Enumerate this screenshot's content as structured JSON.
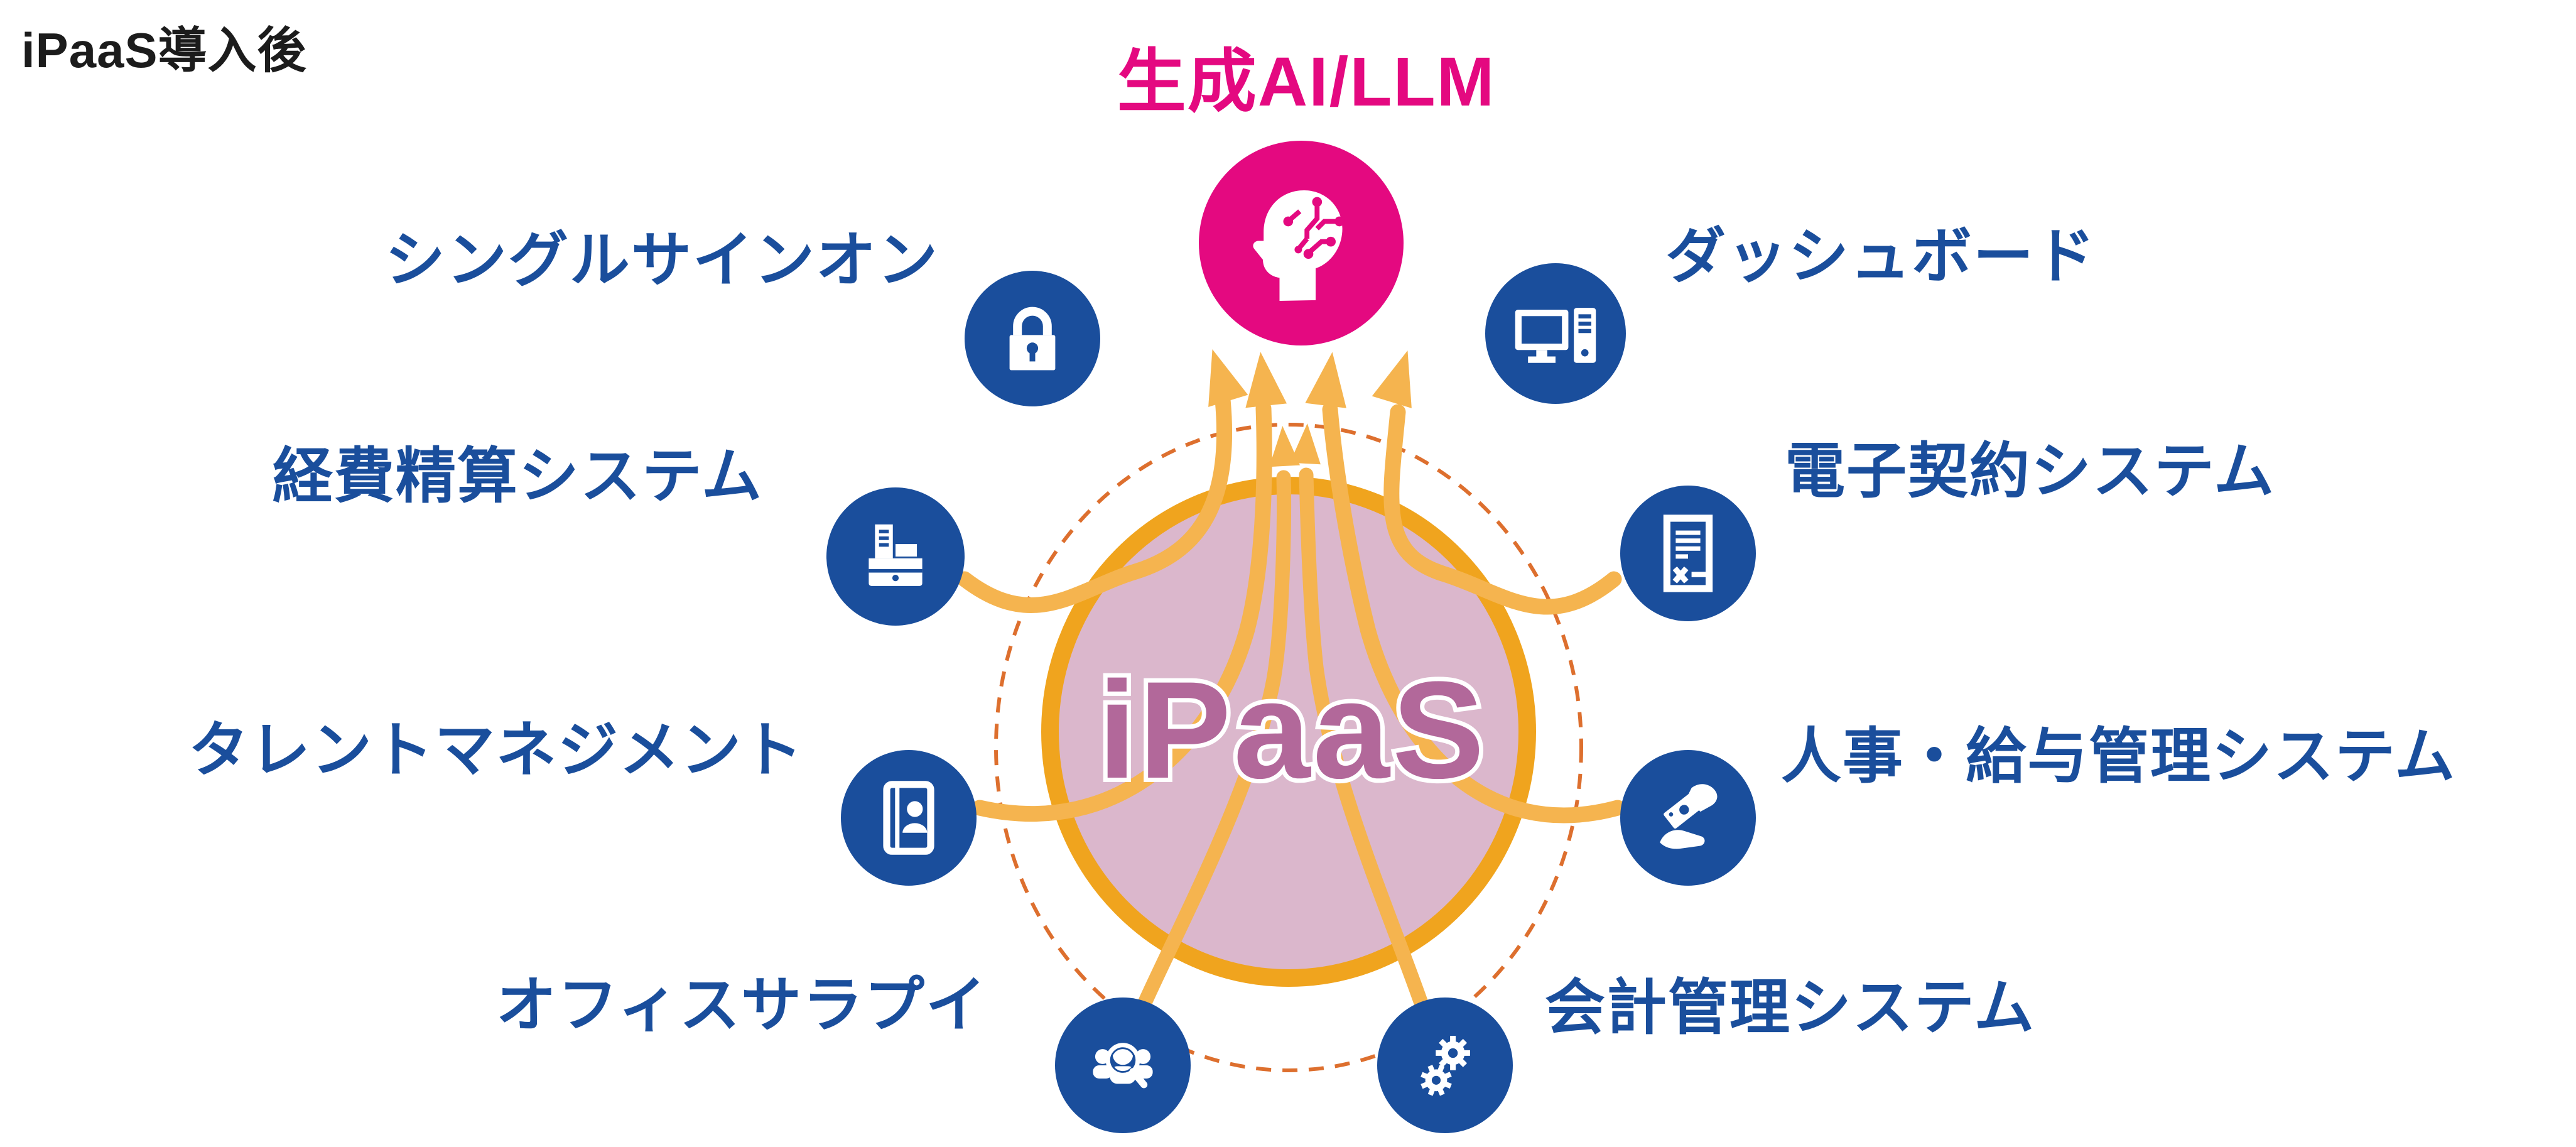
{
  "title": "iPaaS導入後",
  "hub": {
    "label": "iPaaS"
  },
  "destination": {
    "label": "生成AI/LLM",
    "icon": "ai-brain-head-icon"
  },
  "nodes": [
    {
      "label": "シングルサインオン",
      "icon": "lock-icon",
      "position": "upper-left",
      "arrow_to_ai": false
    },
    {
      "label": "ダッシュボード",
      "icon": "desktop-computer-icon",
      "position": "upper-right",
      "arrow_to_ai": false
    },
    {
      "label": "経費精算システム",
      "icon": "cash-register-icon",
      "position": "left",
      "arrow_to_ai": true
    },
    {
      "label": "電子契約システム",
      "icon": "contract-document-icon",
      "position": "right",
      "arrow_to_ai": true
    },
    {
      "label": "タレントマネジメント",
      "icon": "address-book-icon",
      "position": "lower-left",
      "arrow_to_ai": true
    },
    {
      "label": "人事・給与管理システム",
      "icon": "hand-money-icon",
      "position": "lower-right",
      "arrow_to_ai": true
    },
    {
      "label": "オフィスサラプイ",
      "icon": "people-search-icon",
      "position": "bottom-left",
      "arrow_to_ai": true
    },
    {
      "label": "会計管理システム",
      "icon": "gears-icon",
      "position": "bottom-right",
      "arrow_to_ai": true
    }
  ],
  "colors": {
    "node_blue": "#1a4e9c",
    "accent_magenta": "#e40980",
    "hub_fill_pink": "#dbb7cc",
    "hub_ring_orange": "#f0a41e",
    "arrow_orange": "#f5b44f",
    "dashed_circle_orange": "#dd6f2e",
    "hub_text_mauve": "#b2689a",
    "title_black": "#1c1c1c"
  }
}
